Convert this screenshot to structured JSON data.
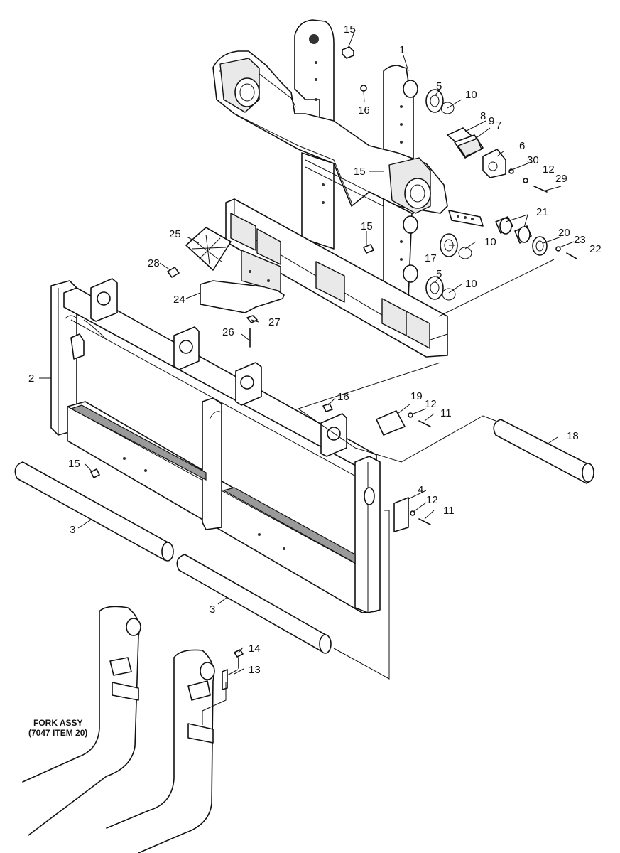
{
  "callouts": [
    {
      "id": "c1",
      "text": "1"
    },
    {
      "id": "c2",
      "text": "2"
    },
    {
      "id": "c3a",
      "text": "3"
    },
    {
      "id": "c3b",
      "text": "3"
    },
    {
      "id": "c4",
      "text": "4"
    },
    {
      "id": "c5a",
      "text": "5"
    },
    {
      "id": "c5b",
      "text": "5"
    },
    {
      "id": "c6",
      "text": "6"
    },
    {
      "id": "c7",
      "text": "7"
    },
    {
      "id": "c8",
      "text": "8"
    },
    {
      "id": "c9",
      "text": "9"
    },
    {
      "id": "c10a",
      "text": "10"
    },
    {
      "id": "c10b",
      "text": "10"
    },
    {
      "id": "c10c",
      "text": "10"
    },
    {
      "id": "c11a",
      "text": "11"
    },
    {
      "id": "c11b",
      "text": "11"
    },
    {
      "id": "c12a",
      "text": "12"
    },
    {
      "id": "c12b",
      "text": "12"
    },
    {
      "id": "c12c",
      "text": "12"
    },
    {
      "id": "c13",
      "text": "13"
    },
    {
      "id": "c14",
      "text": "14"
    },
    {
      "id": "c15a",
      "text": "15"
    },
    {
      "id": "c15b",
      "text": "15"
    },
    {
      "id": "c15c",
      "text": "15"
    },
    {
      "id": "c15d",
      "text": "15"
    },
    {
      "id": "c16a",
      "text": "16"
    },
    {
      "id": "c16b",
      "text": "16"
    },
    {
      "id": "c17",
      "text": "17"
    },
    {
      "id": "c18",
      "text": "18"
    },
    {
      "id": "c19",
      "text": "19"
    },
    {
      "id": "c20",
      "text": "20"
    },
    {
      "id": "c21",
      "text": "21"
    },
    {
      "id": "c22",
      "text": "22"
    },
    {
      "id": "c23",
      "text": "23"
    },
    {
      "id": "c24",
      "text": "24"
    },
    {
      "id": "c25",
      "text": "25"
    },
    {
      "id": "c26",
      "text": "26"
    },
    {
      "id": "c27",
      "text": "27"
    },
    {
      "id": "c28",
      "text": "28"
    },
    {
      "id": "c29",
      "text": "29"
    },
    {
      "id": "c30",
      "text": "30"
    }
  ],
  "fork_note": {
    "line1": "FORK ASSY",
    "line2": "(7047 ITEM 20)"
  }
}
